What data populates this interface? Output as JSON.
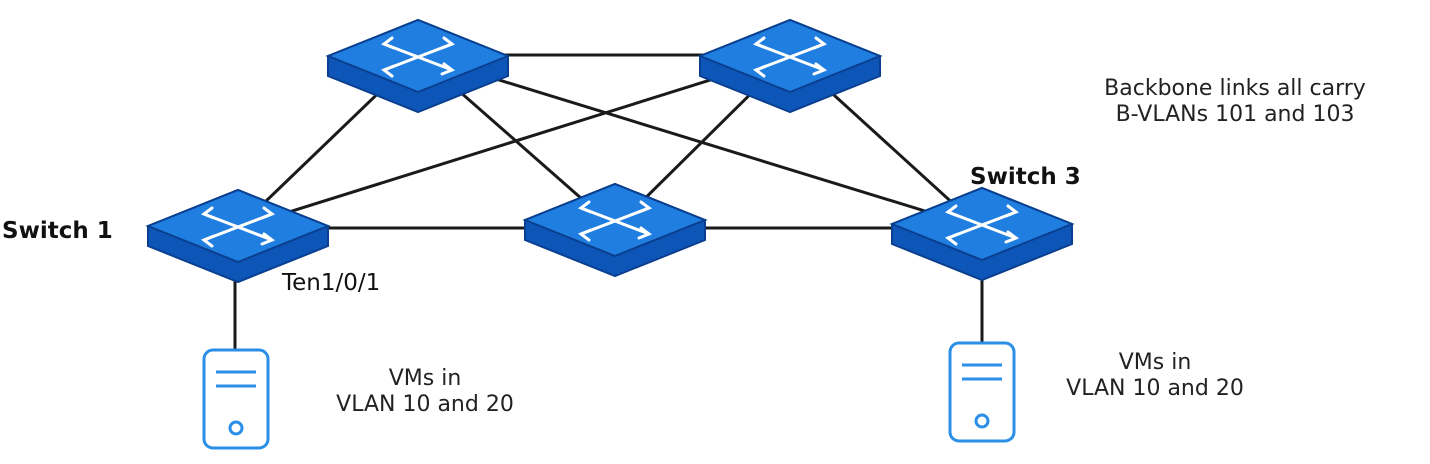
{
  "labels": {
    "switch1": "Switch 1",
    "switch3": "Switch 3",
    "port": "Ten1/0/1",
    "backbone_line1": "Backbone links all carry",
    "backbone_line2": "B-VLANs 101 and 103",
    "vms_left_line1": "VMs in",
    "vms_left_line2": "VLAN 10 and 20",
    "vms_right_line1": "VMs in",
    "vms_right_line2": "VLAN 10 and 20"
  },
  "colors": {
    "switch_top": "#1f7ee0",
    "switch_side": "#0d56b8",
    "switch_edge": "#0a3f8f",
    "link": "#1a1a1a",
    "server_outline": "#2b8fe8"
  },
  "icons": {
    "switch": "network-switch-icon",
    "server": "server-icon"
  }
}
